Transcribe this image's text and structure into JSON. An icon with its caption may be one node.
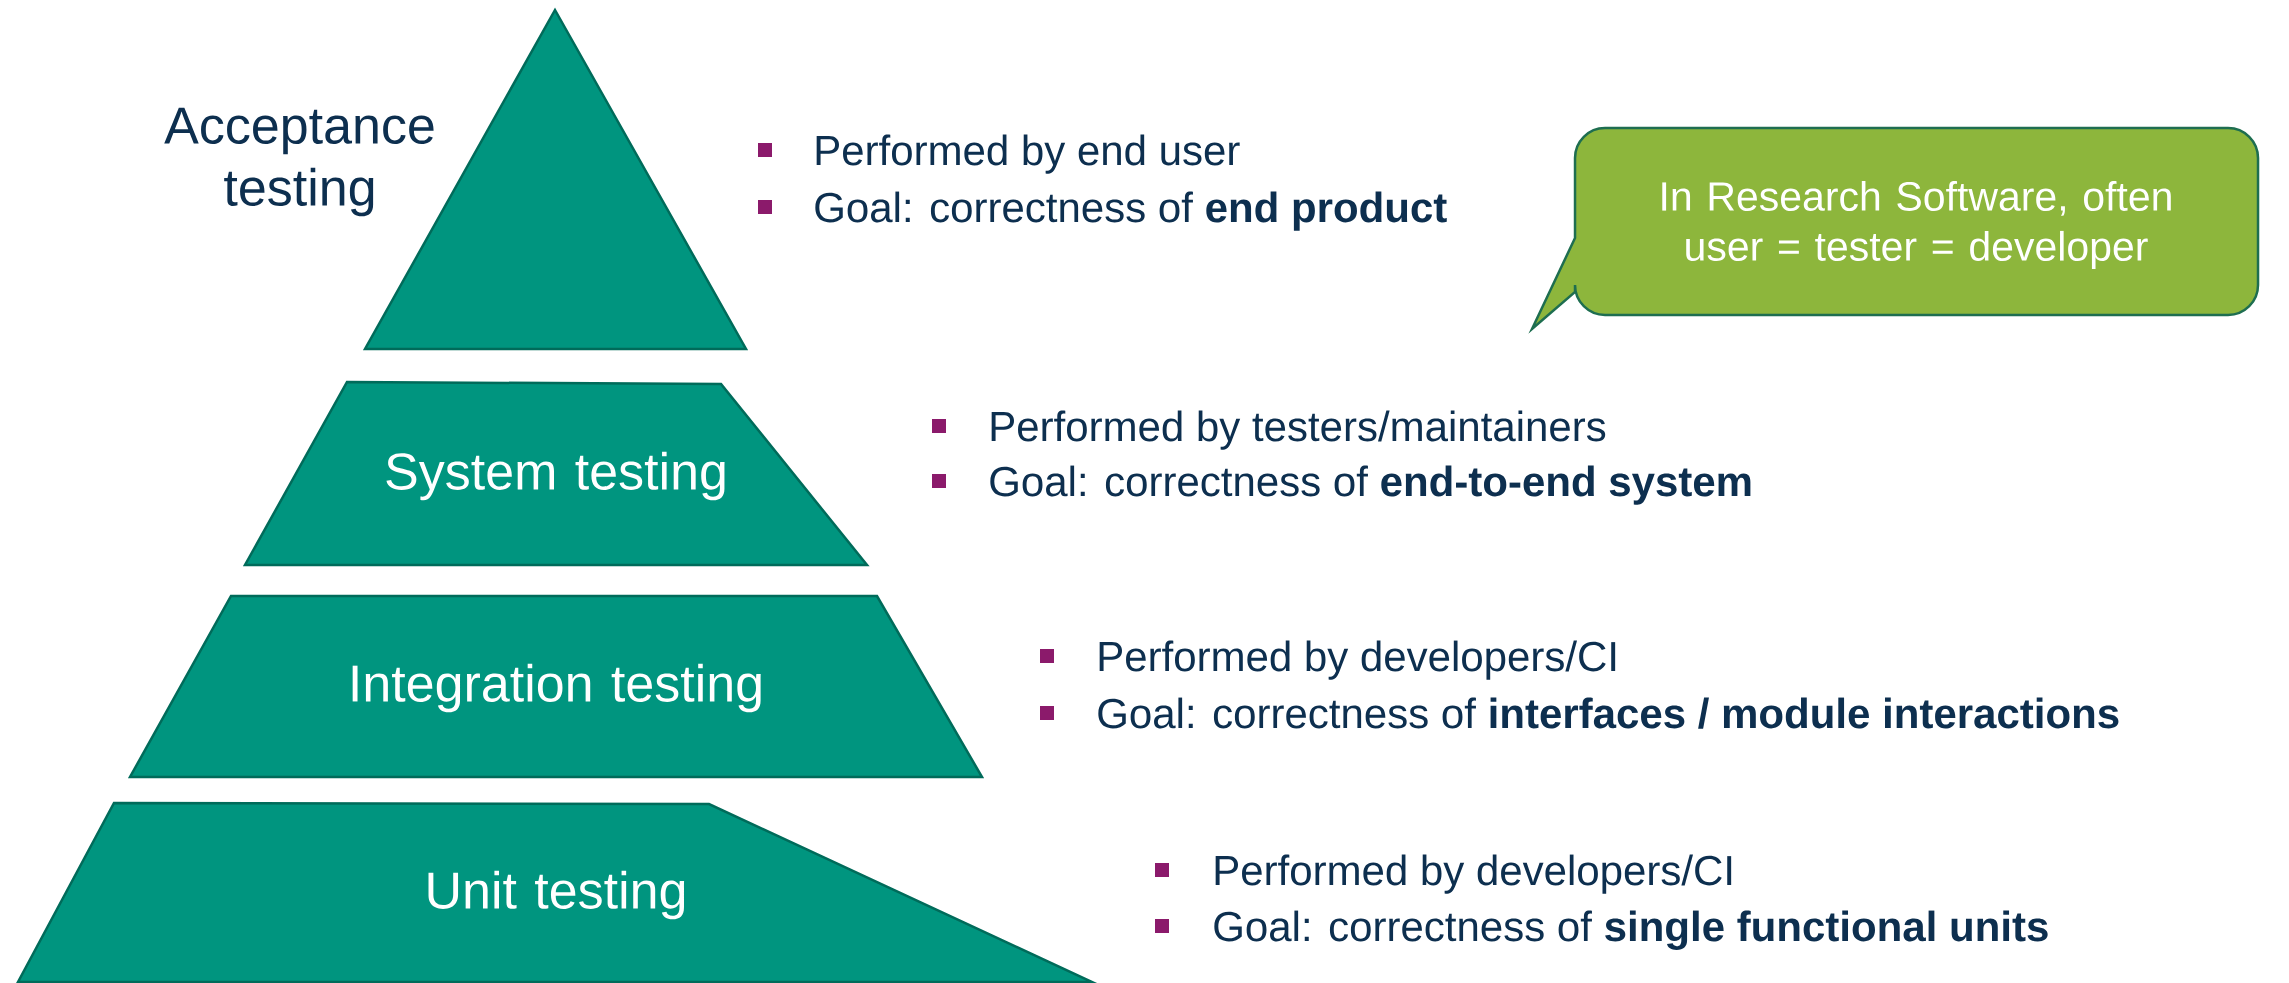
{
  "diagram": {
    "nodes": [
      {
        "text": [
          "Acceptance testing"
        ]
      },
      {
        "text": [
          "System testing"
        ]
      },
      {
        "text": [
          "Integration testing"
        ]
      },
      {
        "text": [
          "Unit testing"
        ]
      },
      {
        "text": [
          "In Research Software, often user = tester = developer"
        ]
      }
    ],
    "labels": [
      "Performed by end user",
      "Goal: correctness of **end product**",
      "Performed by testers/maintainers",
      "Goal: correctness of **end-to-end system**",
      "Performed by developers/CI",
      "Goal: correctness of **interfaces / module interactions**",
      "Performed by developers/CI",
      "Goal: correctness of **single functional units**"
    ]
  }
}
